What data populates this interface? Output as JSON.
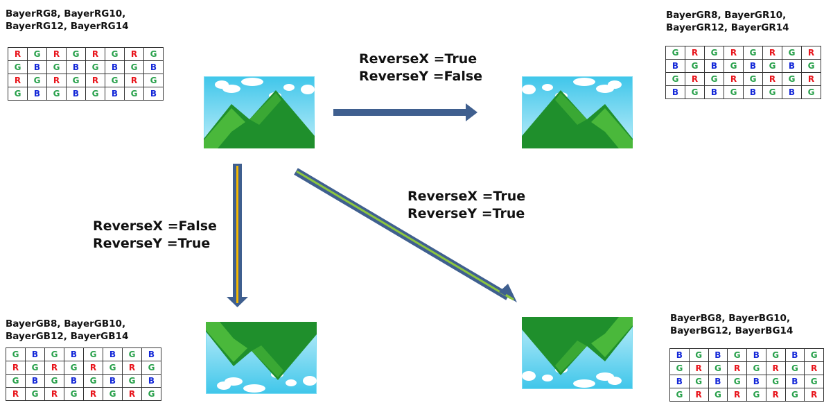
{
  "formats": {
    "rg": {
      "line1": "BayerRG8, BayerRG10,",
      "line2": "BayerRG12, BayerRG14",
      "rows": [
        [
          "R",
          "G",
          "R",
          "G",
          "R",
          "G",
          "R",
          "G"
        ],
        [
          "G",
          "B",
          "G",
          "B",
          "G",
          "B",
          "G",
          "B"
        ],
        [
          "R",
          "G",
          "R",
          "G",
          "R",
          "G",
          "R",
          "G"
        ],
        [
          "G",
          "B",
          "G",
          "B",
          "G",
          "B",
          "G",
          "B"
        ]
      ]
    },
    "gr": {
      "line1": "BayerGR8, BayerGR10,",
      "line2": "BayerGR12, BayerGR14",
      "rows": [
        [
          "G",
          "R",
          "G",
          "R",
          "G",
          "R",
          "G",
          "R"
        ],
        [
          "B",
          "G",
          "B",
          "G",
          "B",
          "G",
          "B",
          "G"
        ],
        [
          "G",
          "R",
          "G",
          "R",
          "G",
          "R",
          "G",
          "R"
        ],
        [
          "B",
          "G",
          "B",
          "G",
          "B",
          "G",
          "B",
          "G"
        ]
      ]
    },
    "gb": {
      "line1": "BayerGB8, BayerGB10,",
      "line2": "BayerGB12, BayerGB14",
      "rows": [
        [
          "G",
          "B",
          "G",
          "B",
          "G",
          "B",
          "G",
          "B"
        ],
        [
          "R",
          "G",
          "R",
          "G",
          "R",
          "G",
          "R",
          "G"
        ],
        [
          "G",
          "B",
          "G",
          "B",
          "G",
          "B",
          "G",
          "B"
        ],
        [
          "R",
          "G",
          "R",
          "G",
          "R",
          "G",
          "R",
          "G"
        ]
      ]
    },
    "bg": {
      "line1": "BayerBG8, BayerBG10,",
      "line2": "BayerBG12, BayerBG14",
      "rows": [
        [
          "B",
          "G",
          "B",
          "G",
          "B",
          "G",
          "B",
          "G"
        ],
        [
          "G",
          "R",
          "G",
          "R",
          "G",
          "R",
          "G",
          "R"
        ],
        [
          "B",
          "G",
          "B",
          "G",
          "B",
          "G",
          "B",
          "G"
        ],
        [
          "G",
          "R",
          "G",
          "R",
          "G",
          "R",
          "G",
          "R"
        ]
      ]
    }
  },
  "transforms": {
    "x_only": {
      "line1": "ReverseX =True",
      "line2": "ReverseY =False"
    },
    "y_only": {
      "line1": "ReverseX =False",
      "line2": "ReverseY =True"
    },
    "both": {
      "line1": "ReverseX =True",
      "line2": "ReverseY =True"
    }
  },
  "colors": {
    "R": "#e8141b",
    "G": "#27a04a",
    "B": "#1428d8",
    "arrow_fill": "#3f5f8f",
    "arrow_y_stripe": "#f5b800",
    "arrow_xy_stripe": "#8cc63f"
  },
  "images": [
    {
      "name": "original",
      "flip": "none"
    },
    {
      "name": "reverse-x",
      "flip": "horizontal"
    },
    {
      "name": "reverse-y",
      "flip": "vertical"
    },
    {
      "name": "reverse-xy",
      "flip": "both"
    }
  ]
}
